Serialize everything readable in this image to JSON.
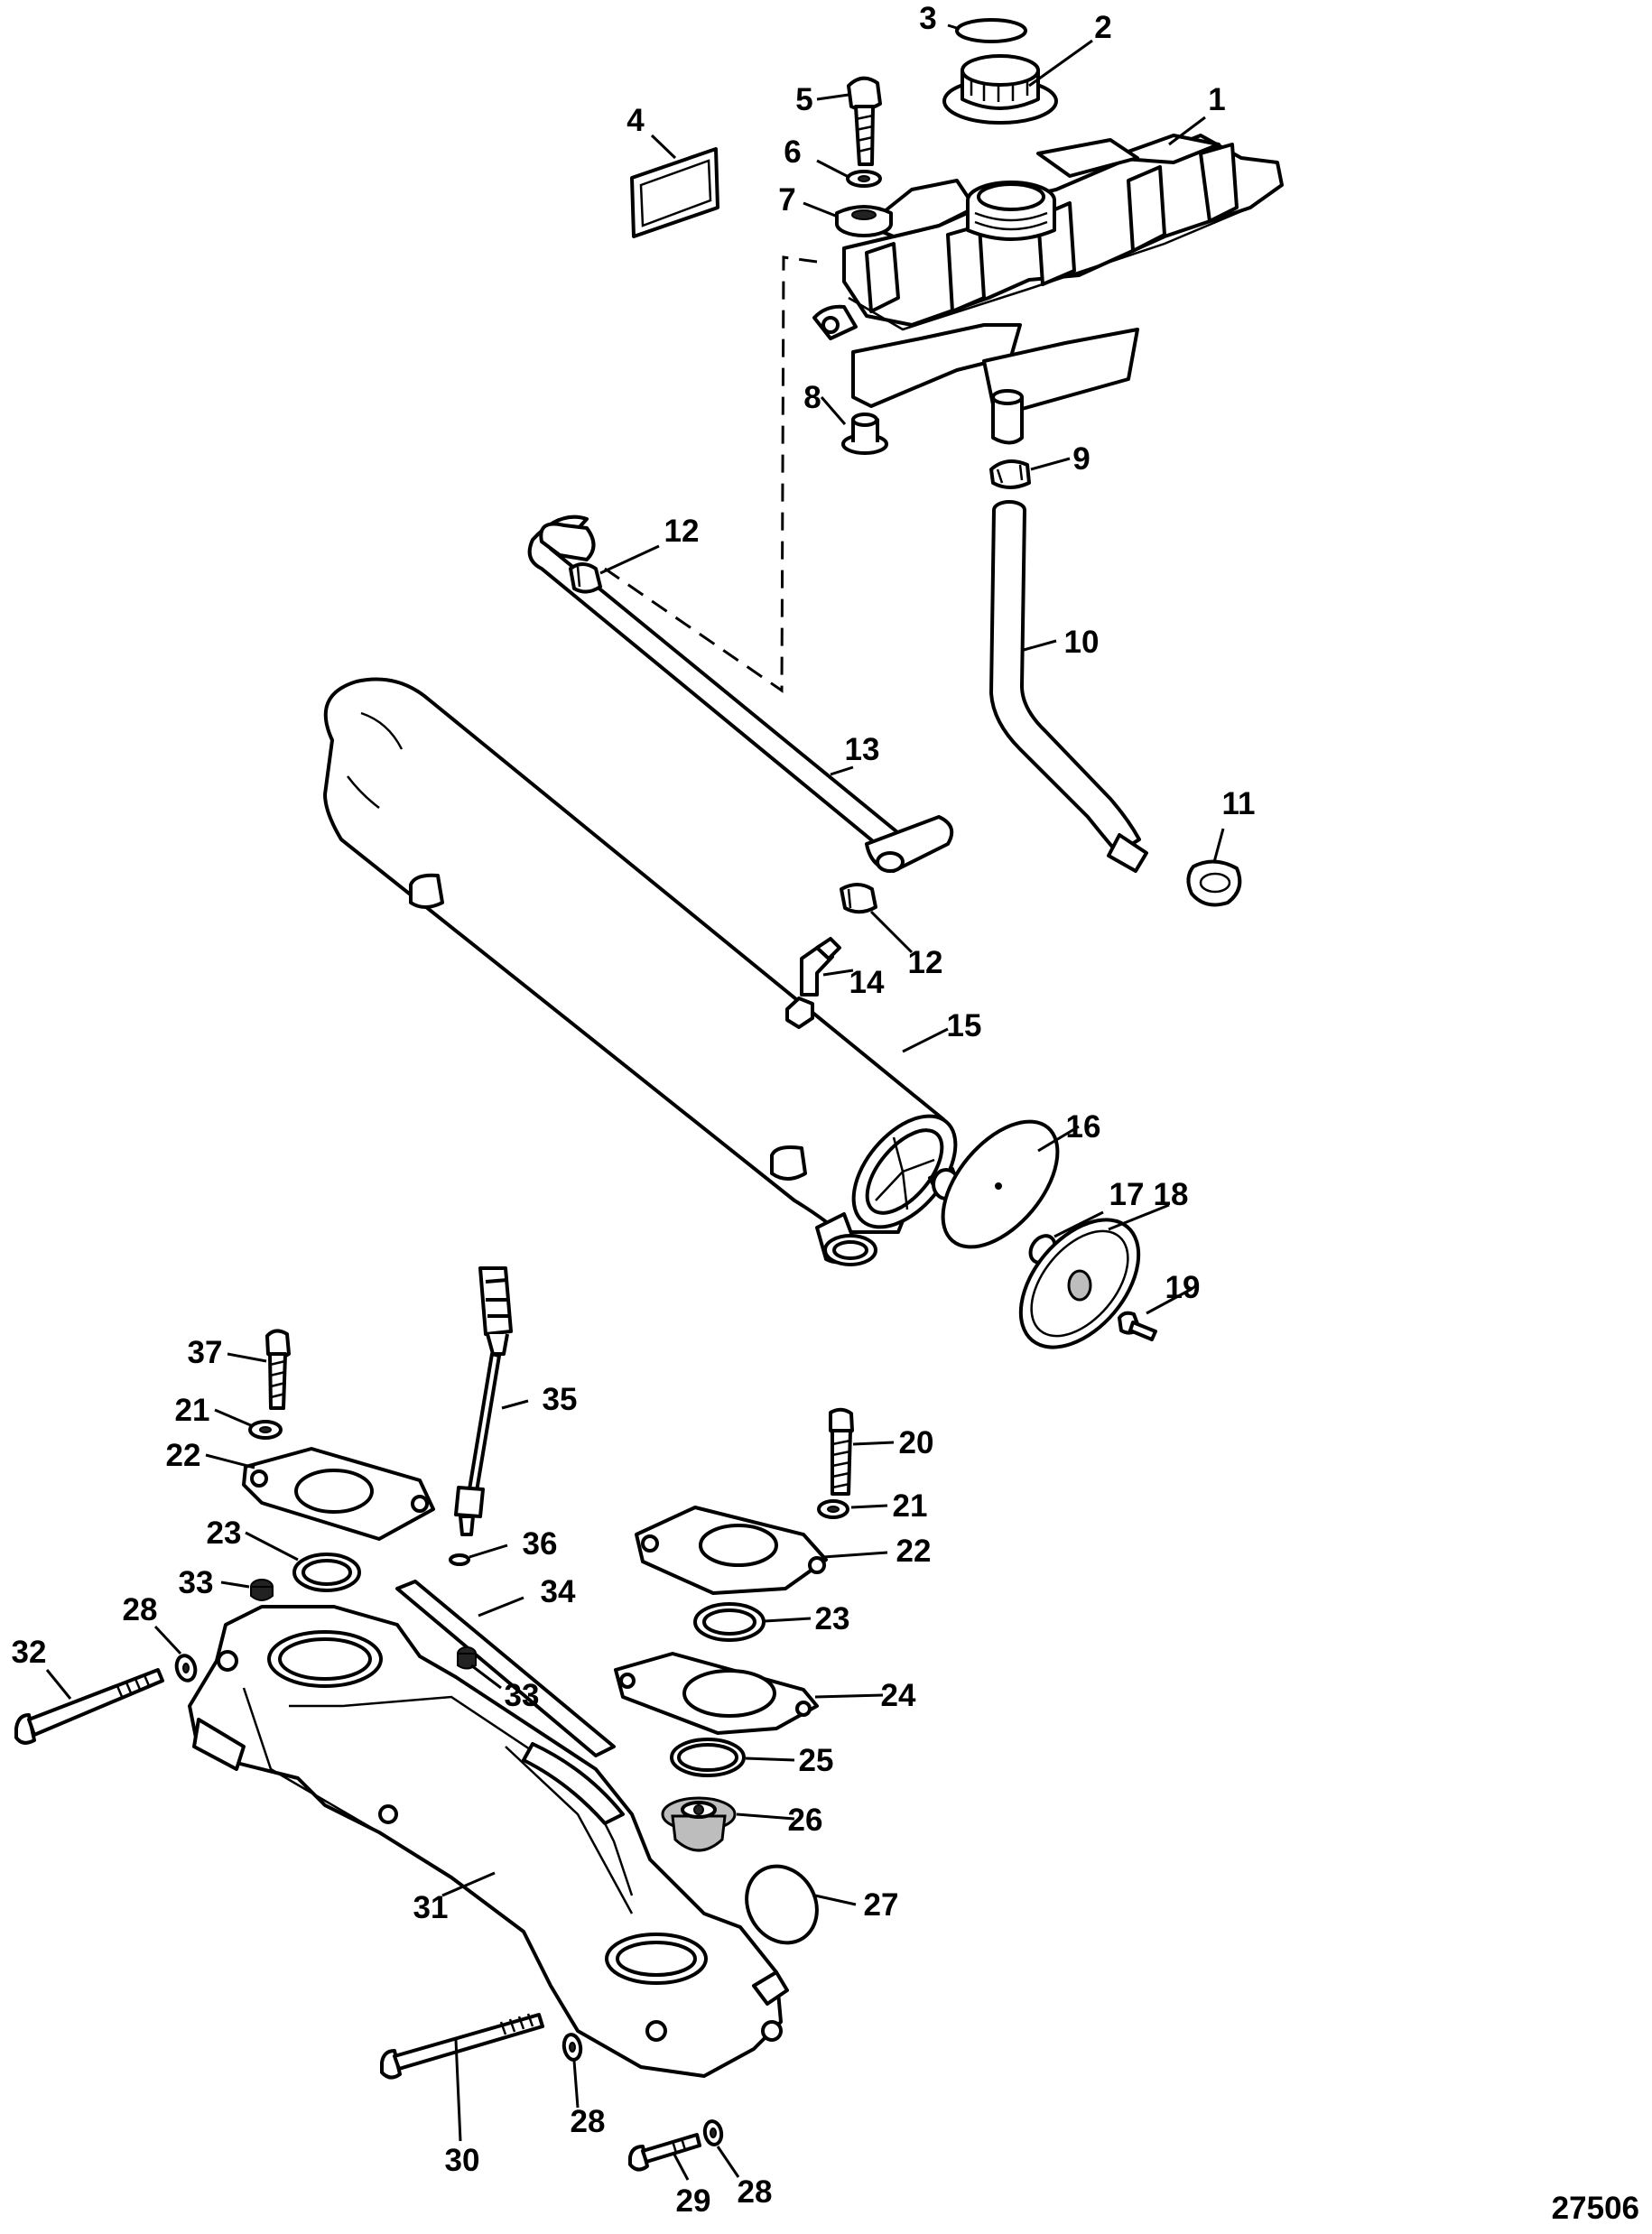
{
  "diagram": {
    "drawing_number": "27506",
    "callouts": [
      {
        "id": "c1",
        "label": "1"
      },
      {
        "id": "c2",
        "label": "2"
      },
      {
        "id": "c3",
        "label": "3"
      },
      {
        "id": "c4",
        "label": "4"
      },
      {
        "id": "c5",
        "label": "5"
      },
      {
        "id": "c6",
        "label": "6"
      },
      {
        "id": "c7",
        "label": "7"
      },
      {
        "id": "c8",
        "label": "8"
      },
      {
        "id": "c9",
        "label": "9"
      },
      {
        "id": "c10",
        "label": "10"
      },
      {
        "id": "c11",
        "label": "11"
      },
      {
        "id": "c12a",
        "label": "12"
      },
      {
        "id": "c12b",
        "label": "12"
      },
      {
        "id": "c13",
        "label": "13"
      },
      {
        "id": "c14",
        "label": "14"
      },
      {
        "id": "c15",
        "label": "15"
      },
      {
        "id": "c16",
        "label": "16"
      },
      {
        "id": "c17",
        "label": "17"
      },
      {
        "id": "c18",
        "label": "18"
      },
      {
        "id": "c19",
        "label": "19"
      },
      {
        "id": "c20",
        "label": "20"
      },
      {
        "id": "c21a",
        "label": "21"
      },
      {
        "id": "c21b",
        "label": "21"
      },
      {
        "id": "c22a",
        "label": "22"
      },
      {
        "id": "c22b",
        "label": "22"
      },
      {
        "id": "c23a",
        "label": "23"
      },
      {
        "id": "c23b",
        "label": "23"
      },
      {
        "id": "c24",
        "label": "24"
      },
      {
        "id": "c25",
        "label": "25"
      },
      {
        "id": "c26",
        "label": "26"
      },
      {
        "id": "c27",
        "label": "27"
      },
      {
        "id": "c28a",
        "label": "28"
      },
      {
        "id": "c28b",
        "label": "28"
      },
      {
        "id": "c28c",
        "label": "28"
      },
      {
        "id": "c29",
        "label": "29"
      },
      {
        "id": "c30",
        "label": "30"
      },
      {
        "id": "c31",
        "label": "31"
      },
      {
        "id": "c32",
        "label": "32"
      },
      {
        "id": "c33a",
        "label": "33"
      },
      {
        "id": "c33b",
        "label": "33"
      },
      {
        "id": "c34",
        "label": "34"
      },
      {
        "id": "c35",
        "label": "35"
      },
      {
        "id": "c36",
        "label": "36"
      },
      {
        "id": "c37",
        "label": "37"
      }
    ]
  }
}
